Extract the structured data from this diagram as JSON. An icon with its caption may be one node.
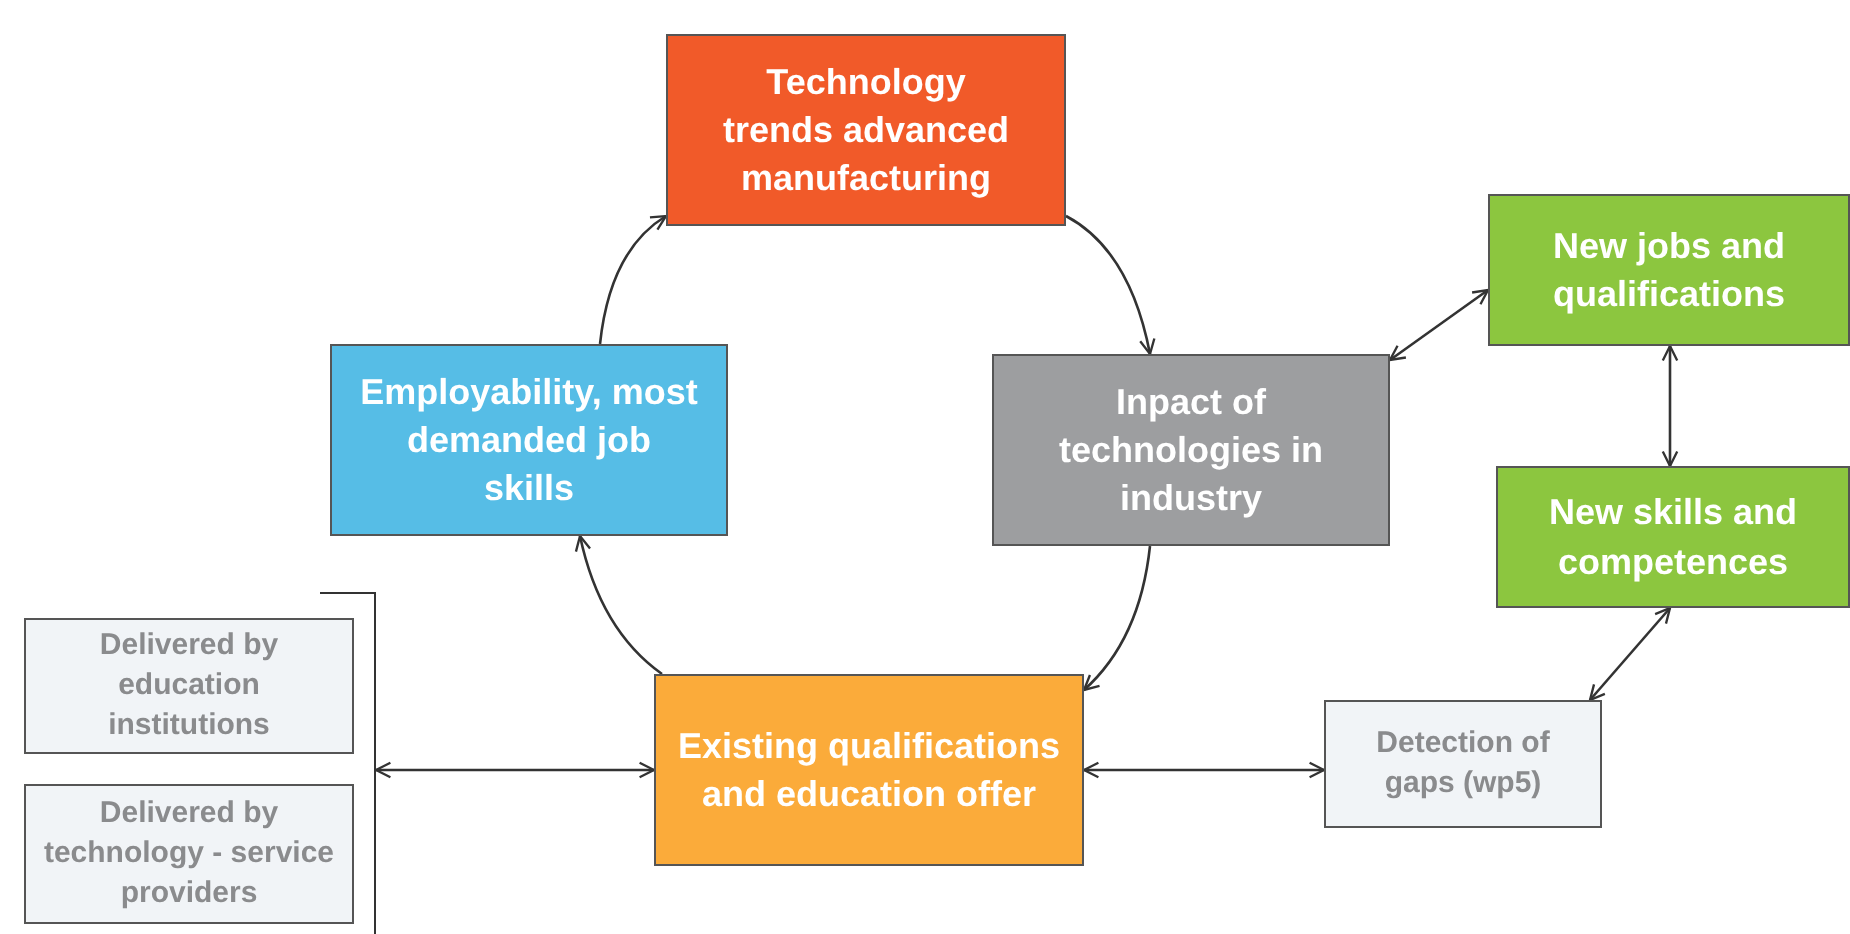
{
  "diagram": {
    "nodes": [
      {
        "text": [
          "Technology trends advanced manufacturing"
        ]
      },
      {
        "text": [
          "Employability, most demanded job skills"
        ]
      },
      {
        "text": [
          "Inpact of technologies in industry"
        ]
      },
      {
        "text": [
          "New jobs and qualifications"
        ]
      },
      {
        "text": [
          "New skills and competences"
        ]
      },
      {
        "text": [
          "Existing qualifications and education offer"
        ]
      },
      {
        "text": [
          "Delivered by education institutions"
        ]
      },
      {
        "text": [
          "Delivered by technology - service providers"
        ]
      },
      {
        "text": [
          "Detection of gaps (wp5)"
        ]
      },
      {
        "text": [],
        "shape": "bracket"
      }
    ],
    "edges": [
      {
        "from": 1,
        "to": 0,
        "arrow": "to"
      },
      {
        "from": 0,
        "to": 2,
        "arrow": "to"
      },
      {
        "from": 2,
        "to": 5,
        "arrow": "to"
      },
      {
        "from": 5,
        "to": 1,
        "arrow": "to"
      },
      {
        "from": 2,
        "to": 3,
        "arrow": "both"
      },
      {
        "from": 3,
        "to": 4,
        "arrow": "both"
      },
      {
        "from": 4,
        "to": 8,
        "arrow": "both"
      },
      {
        "from": 5,
        "to": 8,
        "arrow": "both"
      },
      {
        "from": 5,
        "to": 9,
        "arrow": "both"
      }
    ]
  }
}
